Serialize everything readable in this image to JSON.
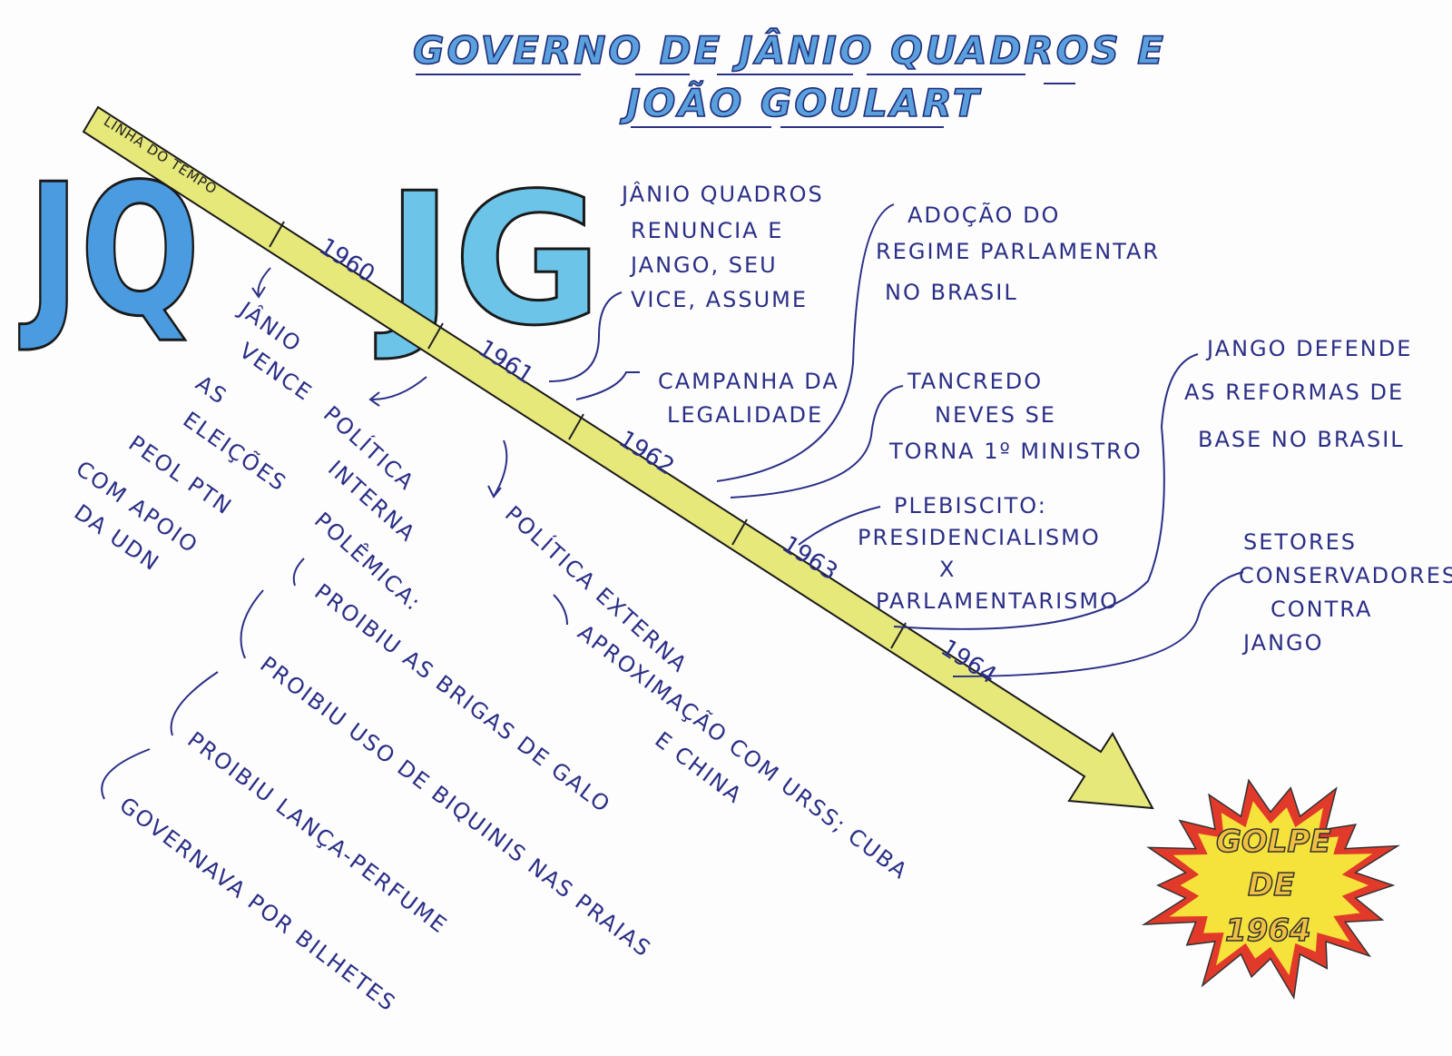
{
  "title": {
    "line1": "GOVERNO DE JÂNIO QUADROS E",
    "line2": "JOÃO GOULART"
  },
  "initials": {
    "jq": "JQ",
    "jg": "JG"
  },
  "timeline": {
    "label": "LINHA DO TEMPO",
    "years": [
      "1960",
      "1961",
      "1962",
      "1963",
      "1964"
    ],
    "color": "#e6e87a"
  },
  "left": {
    "janio_vence": [
      "JÂNIO",
      "VENCE",
      "AS",
      "ELEIÇÕES",
      "PEOL PTN",
      "COM APOIO",
      "DA UDN"
    ],
    "politica_interna": [
      "POLÍTICA",
      "INTERNA",
      "POLÊMICA:"
    ],
    "proibicoes": [
      "PROIBIU AS BRIGAS DE GALO",
      "PROIBIU USO DE BIQUINIS NAS PRAIAS",
      "PROIBIU LANÇA-PERFUME",
      "GOVERNAVA POR BILHETES"
    ],
    "politica_externa": "POLÍTICA EXTERNA",
    "aproximacao": [
      "APROXIMAÇÃO COM URSS; CUBA",
      "E CHINA"
    ]
  },
  "right": {
    "renuncia": [
      "JÂNIO QUADROS",
      "RENUNCIA E",
      "JANGO, SEU",
      "VICE, ASSUME"
    ],
    "legalidade": [
      "CAMPANHA DA",
      "LEGALIDADE"
    ],
    "adocao": [
      "ADOÇÃO DO",
      "REGIME PARLAMENTAR",
      "NO BRASIL"
    ],
    "tancredo": [
      "TANCREDO",
      "NEVES SE",
      "TORNA 1º MINISTRO"
    ],
    "plebiscito": [
      "PLEBISCITO:",
      "PRESIDENCIALISMO",
      "X",
      "PARLAMENTARISMO"
    ],
    "reformas": [
      "JANGO DEFENDE",
      "AS REFORMAS DE",
      "BASE NO BRASIL"
    ],
    "setores": [
      "SETORES",
      "CONSERVADORES",
      "CONTRA",
      "JANGO"
    ]
  },
  "golpe": [
    "GOLPE",
    "DE",
    "1964"
  ],
  "colors": {
    "ink": "#2b2f86",
    "jq": "#4a9be0",
    "jg": "#6cc4e8",
    "star_outer": "#e23a2a",
    "star_inner": "#f5e23a"
  }
}
